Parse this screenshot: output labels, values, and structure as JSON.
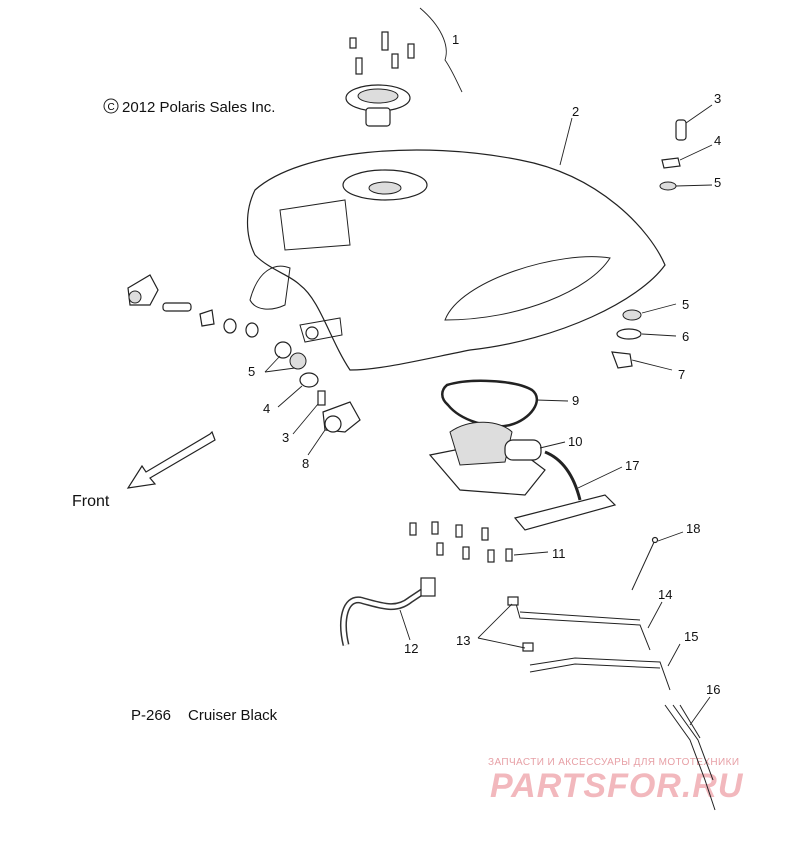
{
  "copyright": "(c) 2012 Polaris Sales Inc.",
  "copyright_text": "2012 Polaris Sales Inc.",
  "page_code": "P-266",
  "variant": "Cruiser Black",
  "direction_label": "Front",
  "watermark": {
    "tagline": "ЗАПЧАСТИ И АКСЕССУАРЫ ДЛЯ МОТОТЕХНИКИ",
    "brand": "PARTSFOR.RU",
    "color": "#f2b8bd"
  },
  "callouts": [
    {
      "id": "c1",
      "text": "1"
    },
    {
      "id": "c2",
      "text": "2"
    },
    {
      "id": "c3a",
      "text": "3"
    },
    {
      "id": "c4a",
      "text": "4"
    },
    {
      "id": "c5a",
      "text": "5"
    },
    {
      "id": "c5b",
      "text": "5"
    },
    {
      "id": "c6",
      "text": "6"
    },
    {
      "id": "c7",
      "text": "7"
    },
    {
      "id": "c5c",
      "text": "5"
    },
    {
      "id": "c4b",
      "text": "4"
    },
    {
      "id": "c3b",
      "text": "3"
    },
    {
      "id": "c8",
      "text": "8"
    },
    {
      "id": "c9",
      "text": "9"
    },
    {
      "id": "c10",
      "text": "10"
    },
    {
      "id": "c17",
      "text": "17"
    },
    {
      "id": "c18",
      "text": "18"
    },
    {
      "id": "c11",
      "text": "11"
    },
    {
      "id": "c14",
      "text": "14"
    },
    {
      "id": "c15",
      "text": "15"
    },
    {
      "id": "c13",
      "text": "13"
    },
    {
      "id": "c12",
      "text": "12"
    },
    {
      "id": "c16",
      "text": "16"
    }
  ]
}
